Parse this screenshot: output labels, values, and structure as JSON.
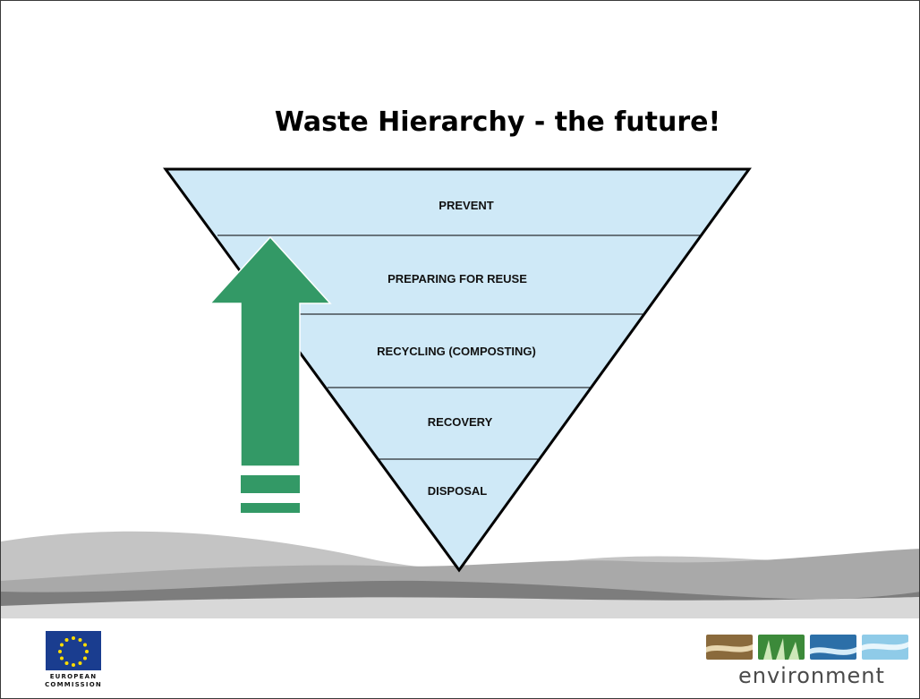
{
  "slide": {
    "title": "Waste Hierarchy - the future!",
    "tiers": [
      {
        "label": "PREVENT"
      },
      {
        "label": "PREPARING FOR REUSE"
      },
      {
        "label": "RECYCLING (COMPOSTING)"
      },
      {
        "label": "RECOVERY"
      },
      {
        "label": "DISPOSAL"
      }
    ],
    "colors": {
      "tier_fill": "#cfe9f7",
      "arrow": "#339966",
      "outline": "#000000",
      "wave_dark": "#7d7d7d",
      "wave_light": "#c4c4c4"
    }
  },
  "logos": {
    "eu": {
      "line1": "EUROPEAN",
      "line2": "COMMISSION"
    },
    "environment": {
      "word": "environment"
    }
  }
}
